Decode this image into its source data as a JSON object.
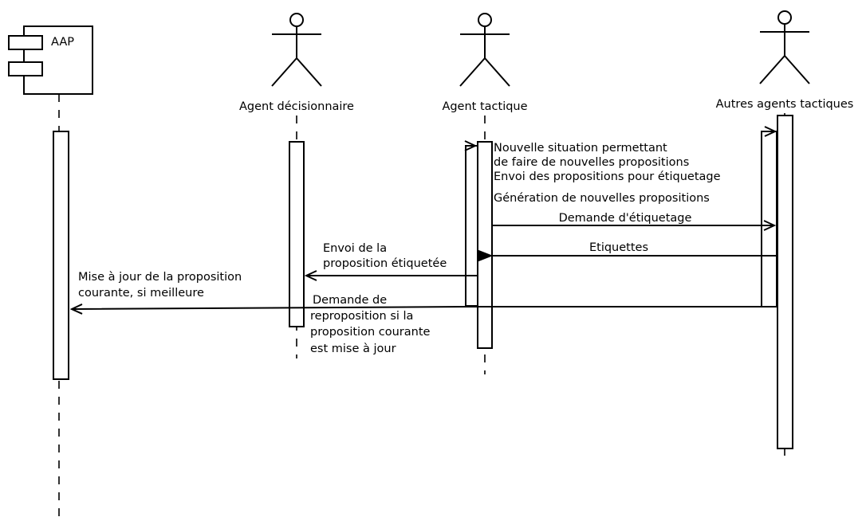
{
  "participants": {
    "aap": "AAP",
    "decision_agent": "Agent décisionnaire",
    "tactical_agent": "Agent tactique",
    "other_agents": "Autres agents tactiques"
  },
  "notes": {
    "new_situation_line1": "Nouvelle situation permettant",
    "new_situation_line2": "de faire de nouvelles propositions",
    "send_for_labeling": "Envoi des propositions pour étiquetage",
    "generate_new": "Génération de nouvelles propositions"
  },
  "messages": {
    "labeling_request": "Demande d'étiquetage",
    "labels": "Etiquettes",
    "send_labeled_line1": "Envoi de la",
    "send_labeled_line2": "proposition étiquetée",
    "update_line1": "Mise à jour de la proposition",
    "update_line2": "courante, si meilleure",
    "reproposal_line1": "Demande de",
    "reproposal_line2": "reproposition si la",
    "reproposal_line3": "proposition courante",
    "reproposal_line4": "est mise à jour"
  }
}
